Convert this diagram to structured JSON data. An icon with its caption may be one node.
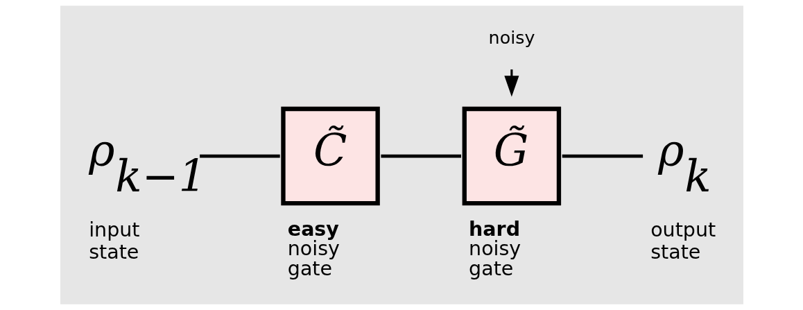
{
  "diagram": {
    "nodes": [
      {
        "text": [
          "ρ$_{k−1}$"
        ],
        "beside": [
          "input state"
        ]
      },
      {
        "text": [
          "C̃"
        ],
        "beside": [
          "**easy** noisy gate"
        ]
      },
      {
        "text": [
          "G̃"
        ],
        "beside": [
          "**hard** noisy gate"
        ]
      },
      {
        "text": [
          "ρ$_{k}$"
        ],
        "beside": [
          "output state"
        ]
      },
      {
        "text": [
          "noisy"
        ]
      }
    ],
    "edges": [
      {
        "from": 0,
        "to": 1,
        "arrow": "none"
      },
      {
        "from": 1,
        "to": 2,
        "arrow": "none"
      },
      {
        "from": 2,
        "to": 3,
        "arrow": "none"
      },
      {
        "from": 4,
        "to": 2,
        "arrow": "to"
      }
    ]
  }
}
